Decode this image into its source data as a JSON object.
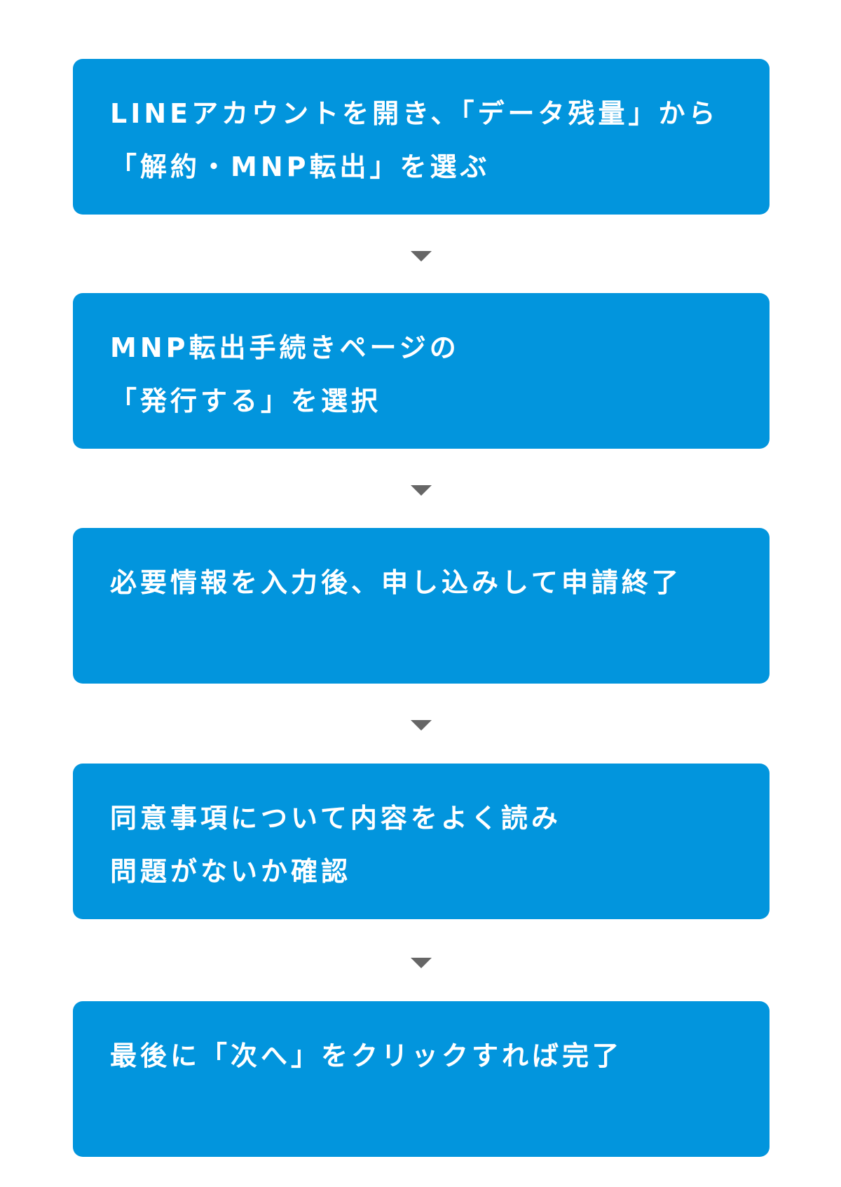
{
  "colors": {
    "step_background": "#0295dd",
    "step_text": "#ffffff",
    "arrow": "#666666",
    "page_background": "#ffffff"
  },
  "arrow_icon": "triangle-down",
  "steps": [
    {
      "lines": [
        "LINEアカウントを開き、「データ残量」から",
        "「解約・MNP転出」を選ぶ"
      ]
    },
    {
      "lines": [
        "MNP転出手続きページの",
        "「発行する」を選択"
      ]
    },
    {
      "lines": [
        "必要情報を入力後、申し込みして申請終了",
        ""
      ]
    },
    {
      "lines": [
        "同意事項について内容をよく読み",
        "問題がないか確認"
      ]
    },
    {
      "lines": [
        "最後に「次へ」をクリックすれば完了",
        ""
      ]
    }
  ]
}
